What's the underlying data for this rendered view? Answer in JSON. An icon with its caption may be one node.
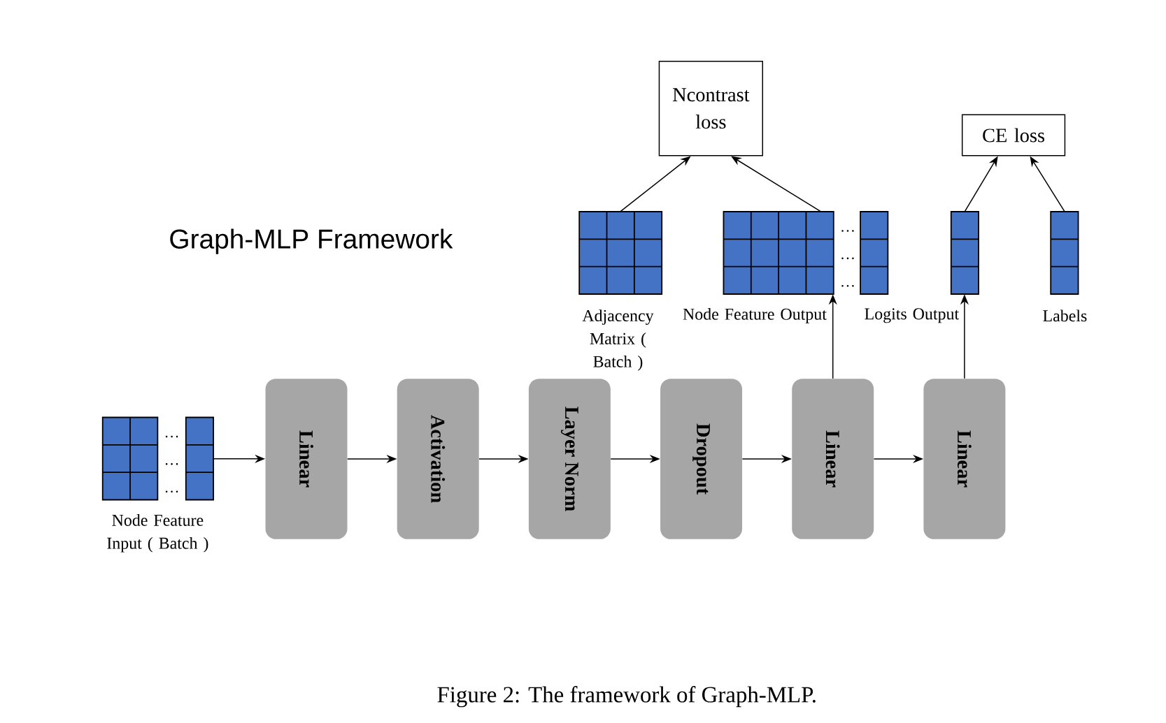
{
  "diagram": {
    "title": "Graph-MLP Framework",
    "caption": "Figure 2: The framework of Graph-MLP.",
    "nodes": [
      {
        "text": [],
        "shape": "picture",
        "beside": [
          "Node Feature Input ( Batch )"
        ]
      },
      {
        "text": [
          "Linear"
        ]
      },
      {
        "text": [
          "Activation"
        ]
      },
      {
        "text": [
          "Layer Norm"
        ]
      },
      {
        "text": [
          "Dropout"
        ]
      },
      {
        "text": [
          "Linear"
        ]
      },
      {
        "text": [
          "Linear"
        ]
      },
      {
        "text": [],
        "shape": "picture",
        "beside": [
          "Adjacency Matrix ( Batch )"
        ]
      },
      {
        "text": [],
        "shape": "picture",
        "beside": [
          "Node Feature Output"
        ]
      },
      {
        "text": [],
        "shape": "picture",
        "beside": [
          "Logits Output"
        ]
      },
      {
        "text": [],
        "shape": "picture",
        "beside": [
          "Labels"
        ]
      },
      {
        "text": [
          "Ncontrast loss"
        ]
      },
      {
        "text": [
          "CE loss"
        ]
      }
    ],
    "edges": [
      {
        "from": 0,
        "to": 1,
        "arrow": "to"
      },
      {
        "from": 1,
        "to": 2,
        "arrow": "to"
      },
      {
        "from": 2,
        "to": 3,
        "arrow": "to"
      },
      {
        "from": 3,
        "to": 4,
        "arrow": "to"
      },
      {
        "from": 4,
        "to": 5,
        "arrow": "to"
      },
      {
        "from": 5,
        "to": 6,
        "arrow": "to"
      },
      {
        "from": 5,
        "to": 8,
        "arrow": "to"
      },
      {
        "from": 6,
        "to": 9,
        "arrow": "to"
      },
      {
        "from": 7,
        "to": 11,
        "arrow": "to"
      },
      {
        "from": 8,
        "to": 11,
        "arrow": "to"
      },
      {
        "from": 9,
        "to": 12,
        "arrow": "to"
      },
      {
        "from": 10,
        "to": 12,
        "arrow": "to"
      }
    ]
  }
}
